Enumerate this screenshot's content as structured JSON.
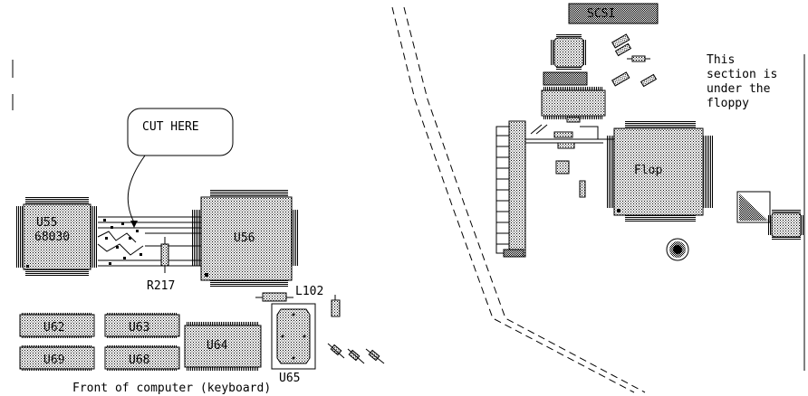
{
  "labels": {
    "cut_here": "CUT HERE",
    "u55_name": "U55",
    "u55_part": "68030",
    "u56": "U56",
    "r217": "R217",
    "l102": "L102",
    "u62": "U62",
    "u63": "U63",
    "u64": "U64",
    "u65": "U65",
    "u68": "U68",
    "u69": "U69",
    "front_caption": "Front of computer (keyboard)",
    "scsi": "SCSI",
    "flop": "Flop",
    "floppy_note": [
      "This",
      "section is",
      "under the",
      "floppy"
    ]
  },
  "colors": {
    "ink": "#000000",
    "paper": "#ffffff",
    "stipple": "#8c8c8c",
    "dark_stipple": "#555555"
  }
}
